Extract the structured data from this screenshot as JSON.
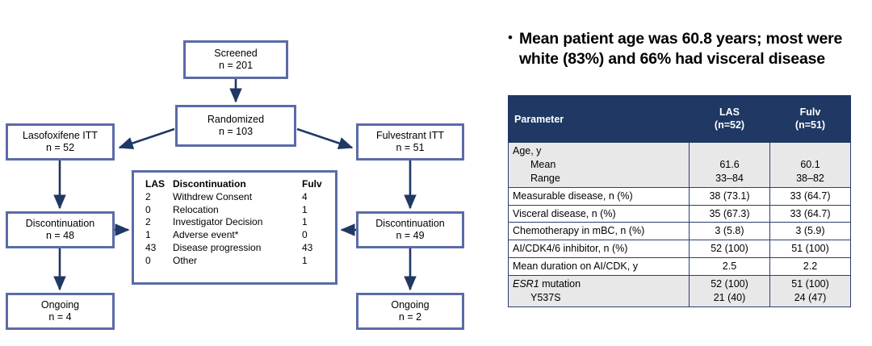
{
  "flowchart": {
    "screened": {
      "label": "Screened",
      "n": "n = 201"
    },
    "randomized": {
      "label": "Randomized",
      "n": "n = 103"
    },
    "las_itt": {
      "label": "Lasofoxifene ITT",
      "n": "n = 52"
    },
    "ful_itt": {
      "label": "Fulvestrant ITT",
      "n": "n = 51"
    },
    "las_disc": {
      "label": "Discontinuation",
      "n": "n = 48"
    },
    "ful_disc": {
      "label": "Discontinuation",
      "n": "n = 49"
    },
    "las_ong": {
      "label": "Ongoing",
      "n": "n = 4"
    },
    "ful_ong": {
      "label": "Ongoing",
      "n": "n = 2"
    },
    "reasons": {
      "header": {
        "las": "LAS",
        "reason": "Discontinuation",
        "fulv": "Fulv"
      },
      "rows": [
        {
          "las": "2",
          "reason": "Withdrew Consent",
          "fulv": "4"
        },
        {
          "las": "0",
          "reason": "Relocation",
          "fulv": "1"
        },
        {
          "las": "2",
          "reason": "Investigator Decision",
          "fulv": "1"
        },
        {
          "las": "1",
          "reason": "Adverse event*",
          "fulv": "0"
        },
        {
          "las": "43",
          "reason": "Disease progression",
          "fulv": "43"
        },
        {
          "las": "0",
          "reason": "Other",
          "fulv": "1"
        }
      ]
    }
  },
  "right_panel": {
    "bullet": "Mean patient age was 60.8 years; most were white (83%) and 66% had visceral disease",
    "table": {
      "headers": {
        "parameter": "Parameter",
        "las_line1": "LAS",
        "las_line2": "(n=52)",
        "ful_line1": "Fulv",
        "ful_line2": "(n=51)"
      },
      "rows": [
        {
          "parameter": "Age, y",
          "sub": [
            "Mean",
            "Range"
          ],
          "las": [
            "",
            "61.6",
            "33–84"
          ],
          "fulv": [
            "",
            "60.1",
            "38–82"
          ],
          "shaded": true
        },
        {
          "parameter": "Measurable disease, n (%)",
          "las": [
            "38 (73.1)"
          ],
          "fulv": [
            "33 (64.7)"
          ],
          "shaded": false
        },
        {
          "parameter": "Visceral disease, n (%)",
          "las": [
            "35 (67.3)"
          ],
          "fulv": [
            "33 (64.7)"
          ],
          "shaded": false
        },
        {
          "parameter": "Chemotherapy in mBC, n (%)",
          "las": [
            "3 (5.8)"
          ],
          "fulv": [
            "3 (5.9)"
          ],
          "shaded": false
        },
        {
          "parameter": "AI/CDK4/6 inhibitor, n (%)",
          "las": [
            "52 (100)"
          ],
          "fulv": [
            "51 (100)"
          ],
          "shaded": false
        },
        {
          "parameter": "Mean duration on AI/CDK, y",
          "las": [
            "2.5"
          ],
          "fulv": [
            "2.2"
          ],
          "shaded": false
        },
        {
          "parameter": "ESR1 mutation",
          "parameter_italic": "ESR1",
          "parameter_rest": " mutation",
          "sub": [
            "Y537S"
          ],
          "las": [
            "52 (100)",
            "21 (40)"
          ],
          "fulv": [
            "51 (100)",
            "24 (47)"
          ],
          "shaded": true
        }
      ]
    }
  },
  "colors": {
    "box_border": "#5b6ba8",
    "connector": "#1f3864",
    "table_header_bg": "#1f3864",
    "table_row_shaded": "#e8e8e8",
    "table_grid": "#2b3f6b"
  }
}
